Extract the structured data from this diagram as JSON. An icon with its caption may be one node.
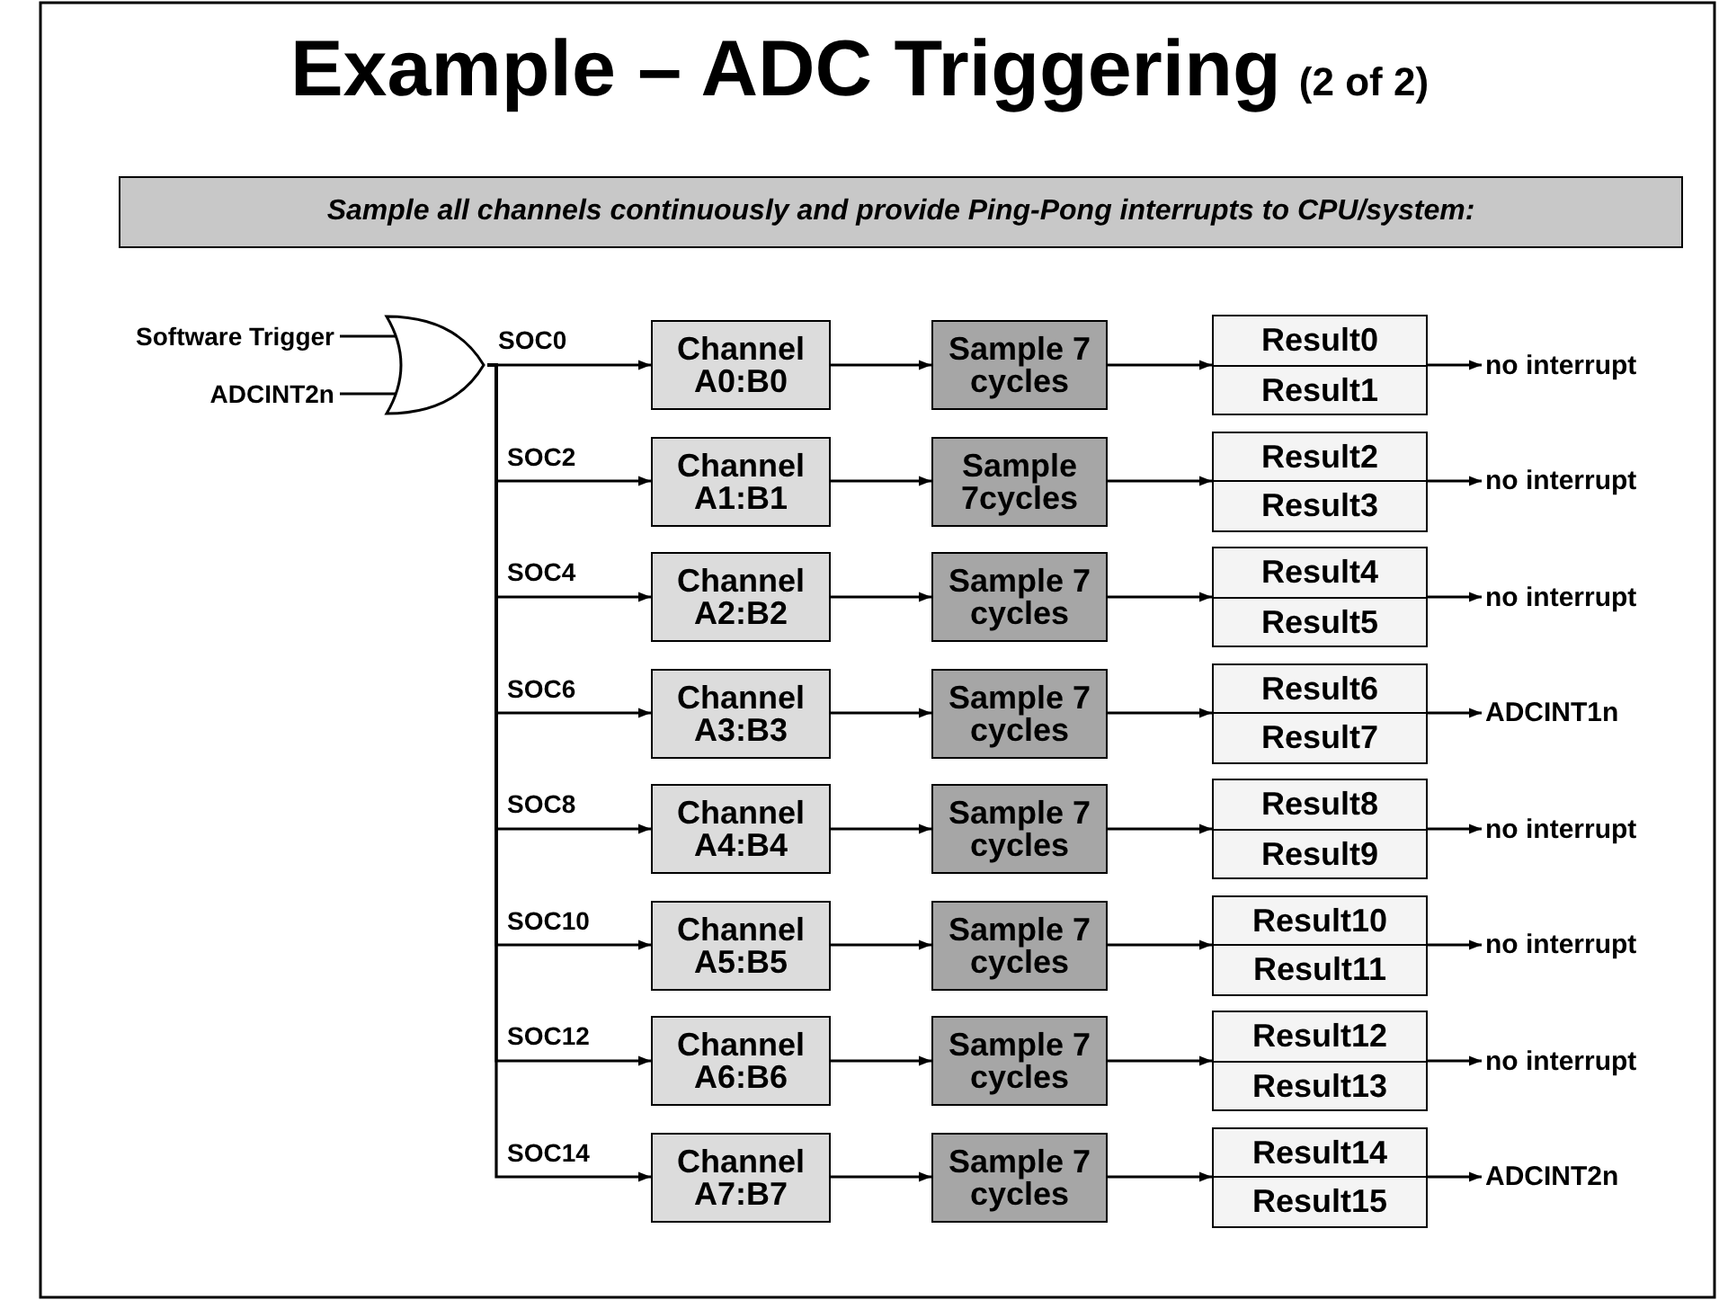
{
  "diagram": {
    "title": "Example – ADC Triggering",
    "nodes": [
      {
        "text": [
          "Sample all channels continuously and provide Ping-Pong interrupts to CPU/system:"
        ]
      },
      {
        "text": [
          "Software Trigger"
        ]
      },
      {
        "text": [
          "ADCINT2n"
        ]
      },
      {
        "text": [],
        "shape": "gate"
      },
      {
        "text": [
          "Channel A0:B0"
        ]
      },
      {
        "text": [
          "Sample 7 cycles"
        ]
      },
      {
        "text": [
          "Result0",
          "Result1"
        ]
      },
      {
        "text": [
          "no interrupt"
        ]
      },
      {
        "text": [
          "Channel A1:B1"
        ]
      },
      {
        "text": [
          "Sample 7cycles"
        ]
      },
      {
        "text": [
          "Result2",
          "Result3"
        ]
      },
      {
        "text": [
          "no interrupt"
        ]
      },
      {
        "text": [
          "Channel A2:B2"
        ]
      },
      {
        "text": [
          "Sample 7 cycles"
        ]
      },
      {
        "text": [
          "Result4",
          "Result5"
        ]
      },
      {
        "text": [
          "no interrupt"
        ]
      },
      {
        "text": [
          "Channel A3:B3"
        ]
      },
      {
        "text": [
          "Sample 7 cycles"
        ]
      },
      {
        "text": [
          "Result6",
          "Result7"
        ]
      },
      {
        "text": [
          "ADCINT1n"
        ]
      },
      {
        "text": [
          "Channel A4:B4"
        ]
      },
      {
        "text": [
          "Sample 7 cycles"
        ]
      },
      {
        "text": [
          "Result8",
          "Result9"
        ]
      },
      {
        "text": [
          "no interrupt"
        ]
      },
      {
        "text": [
          "Channel A5:B5"
        ]
      },
      {
        "text": [
          "Sample 7 cycles"
        ]
      },
      {
        "text": [
          "Result10",
          "Result11"
        ]
      },
      {
        "text": [
          "no interrupt"
        ]
      },
      {
        "text": [
          "Channel A6:B6"
        ]
      },
      {
        "text": [
          "Sample 7 cycles"
        ]
      },
      {
        "text": [
          "Result12",
          "Result13"
        ]
      },
      {
        "text": [
          "no interrupt"
        ]
      },
      {
        "text": [
          "Channel A7:B7"
        ]
      },
      {
        "text": [
          "Sample 7 cycles"
        ]
      },
      {
        "text": [
          "Result14",
          "Result15"
        ]
      },
      {
        "text": [
          "ADCINT2n"
        ]
      }
    ],
    "edges": [
      {
        "from": 1,
        "to": 3,
        "arrow": "none"
      },
      {
        "from": 2,
        "to": 3,
        "arrow": "none"
      },
      {
        "from": 3,
        "to": 4,
        "arrow": "to",
        "label": "SOC0"
      },
      {
        "from": 4,
        "to": 5,
        "arrow": "to"
      },
      {
        "from": 5,
        "to": 6,
        "arrow": "to"
      },
      {
        "from": 6,
        "to": 7,
        "arrow": "to"
      },
      {
        "from": 3,
        "to": 8,
        "arrow": "to",
        "label": "SOC2"
      },
      {
        "from": 8,
        "to": 9,
        "arrow": "to"
      },
      {
        "from": 9,
        "to": 10,
        "arrow": "to"
      },
      {
        "from": 10,
        "to": 11,
        "arrow": "to"
      },
      {
        "from": 3,
        "to": 12,
        "arrow": "to",
        "label": "SOC4"
      },
      {
        "from": 12,
        "to": 13,
        "arrow": "to"
      },
      {
        "from": 13,
        "to": 14,
        "arrow": "to"
      },
      {
        "from": 14,
        "to": 15,
        "arrow": "to"
      },
      {
        "from": 3,
        "to": 16,
        "arrow": "to",
        "label": "SOC6"
      },
      {
        "from": 16,
        "to": 17,
        "arrow": "to"
      },
      {
        "from": 17,
        "to": 18,
        "arrow": "to"
      },
      {
        "from": 18,
        "to": 19,
        "arrow": "to"
      },
      {
        "from": 3,
        "to": 20,
        "arrow": "to",
        "label": "SOC8"
      },
      {
        "from": 20,
        "to": 21,
        "arrow": "to"
      },
      {
        "from": 21,
        "to": 22,
        "arrow": "to"
      },
      {
        "from": 22,
        "to": 23,
        "arrow": "to"
      },
      {
        "from": 3,
        "to": 24,
        "arrow": "to",
        "label": "SOC10"
      },
      {
        "from": 24,
        "to": 25,
        "arrow": "to"
      },
      {
        "from": 25,
        "to": 26,
        "arrow": "to"
      },
      {
        "from": 26,
        "to": 27,
        "arrow": "to"
      },
      {
        "from": 3,
        "to": 28,
        "arrow": "to",
        "label": "SOC12"
      },
      {
        "from": 28,
        "to": 29,
        "arrow": "to"
      },
      {
        "from": 29,
        "to": 30,
        "arrow": "to"
      },
      {
        "from": 30,
        "to": 31,
        "arrow": "to"
      },
      {
        "from": 3,
        "to": 32,
        "arrow": "to",
        "label": "SOC14"
      },
      {
        "from": 32,
        "to": 33,
        "arrow": "to"
      },
      {
        "from": 33,
        "to": 34,
        "arrow": "to"
      },
      {
        "from": 34,
        "to": 35,
        "arrow": "to"
      }
    ],
    "labels": [
      "(2 of 2)"
    ]
  }
}
